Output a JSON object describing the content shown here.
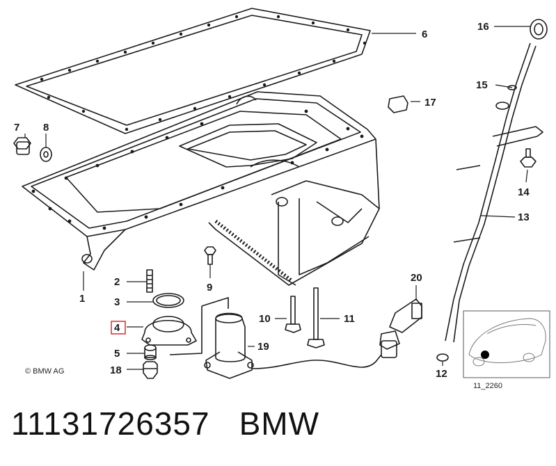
{
  "diagram": {
    "copyright": "© BMW AG",
    "inset_code": "11_2260",
    "highlight_color": "#d9383a",
    "highlighted_callout": "4",
    "callouts": [
      "1",
      "2",
      "3",
      "4",
      "5",
      "6",
      "7",
      "8",
      "9",
      "10",
      "11",
      "12",
      "13",
      "14",
      "15",
      "16",
      "17",
      "18",
      "19",
      "20"
    ]
  },
  "caption": {
    "part_number": "11131726357",
    "brand": "BMW"
  }
}
